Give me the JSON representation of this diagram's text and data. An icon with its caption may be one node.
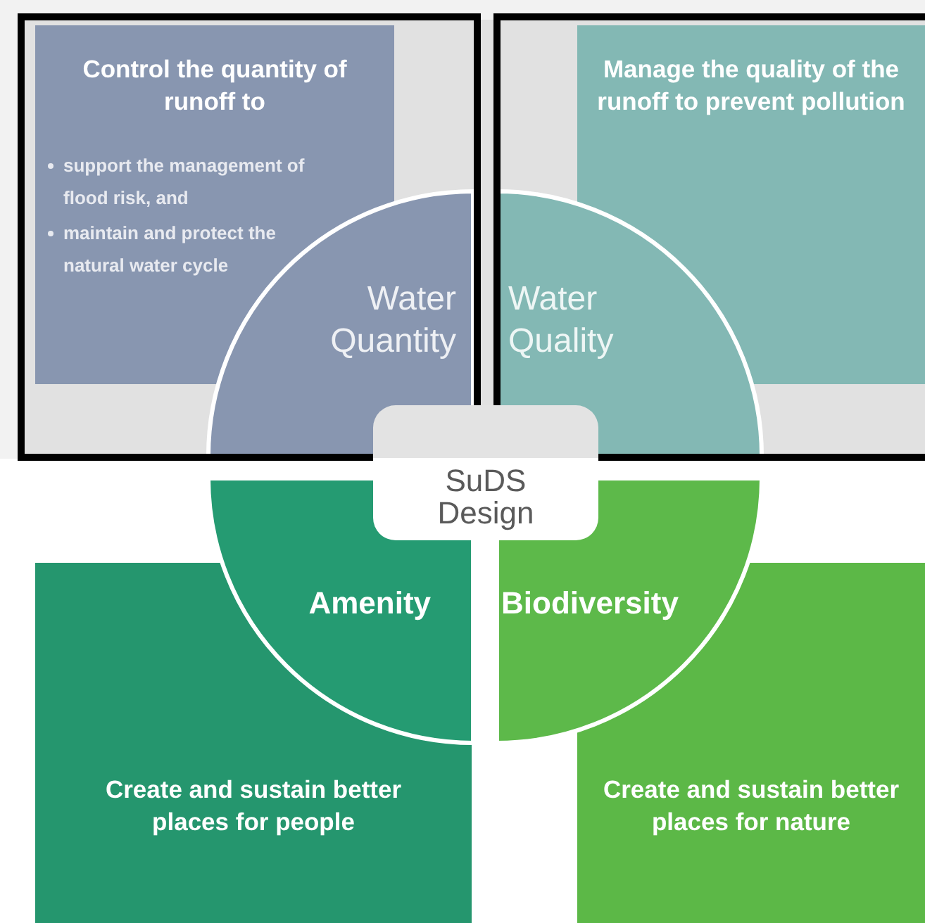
{
  "diagram": {
    "nodes": [
      {
        "text": [
          "Control the quantity of runoff to",
          "support the management of flood risk, and",
          "maintain and protect the natural water cycle"
        ]
      },
      {
        "text": [
          "Water Quantity"
        ]
      },
      {
        "text": [
          "Manage the quality of the runoff to prevent pollution"
        ]
      },
      {
        "text": [
          "Water Quality"
        ]
      },
      {
        "text": [
          "SuDS Design"
        ]
      },
      {
        "text": [
          "Amenity"
        ]
      },
      {
        "text": [
          "Biodiversity"
        ]
      },
      {
        "text": [
          "Create and sustain better places for people"
        ]
      },
      {
        "text": [
          "Create and sustain better places for nature"
        ]
      }
    ]
  }
}
